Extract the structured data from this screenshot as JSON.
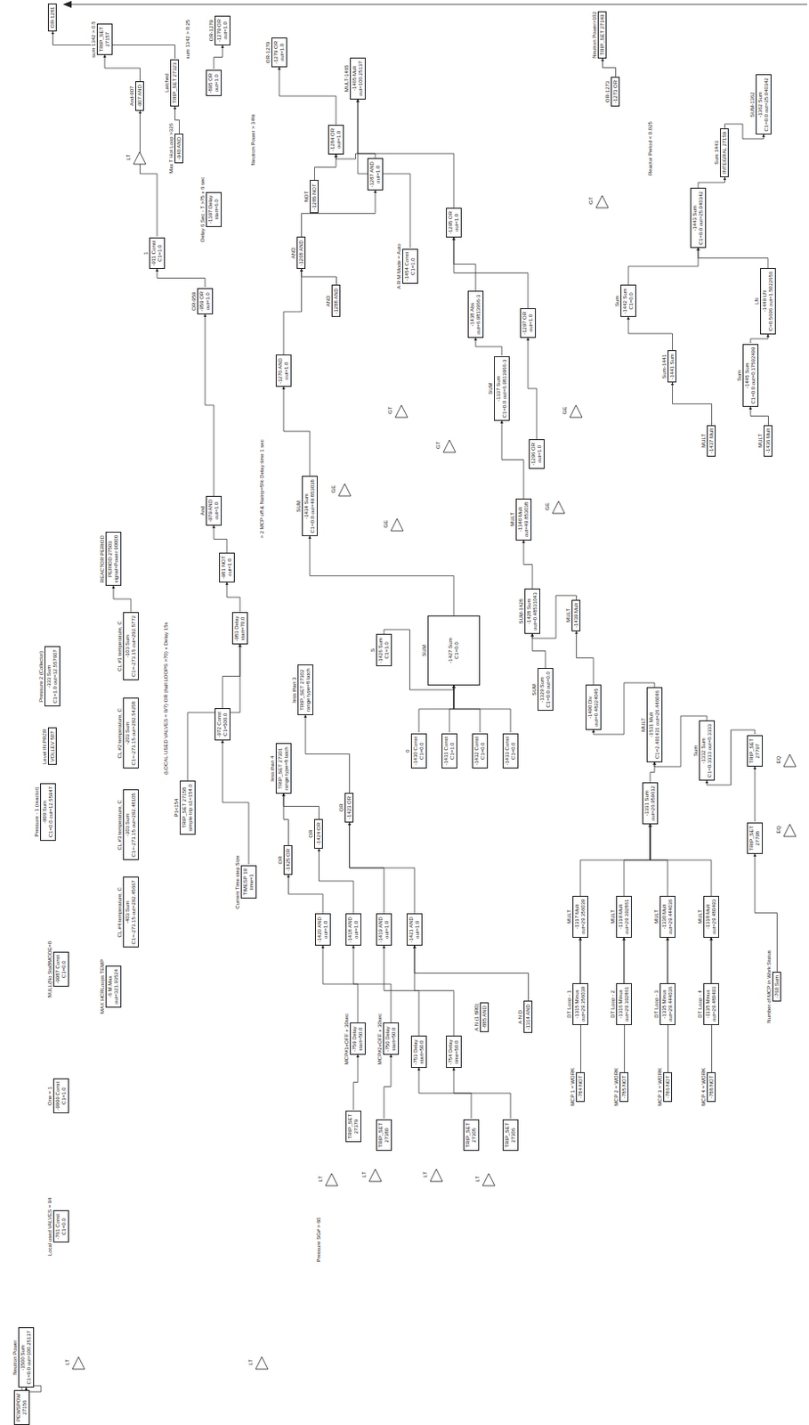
{
  "diagram": {
    "nodes": [
      {
        "text": [
          "Neutron Power",
          "-1500 Sum",
          "C1=0.0 out=100.25137"
        ]
      },
      {
        "text": [
          "PEWSPOW",
          "27156"
        ]
      },
      {
        "text": [
          "Local used VALVES = 94",
          "-761 Const",
          "C1=0.0"
        ]
      },
      {
        "text": [
          "One = 1",
          "-9999 Const",
          "C1=1.0"
        ]
      },
      {
        "text": [
          "NULL(No StaBMODE=0",
          "-9987 Const",
          "C1=0.0"
        ]
      },
      {
        "text": [
          "MAX HCRLoops TEMP",
          "-6 M.Max",
          "out=321.93524"
        ]
      },
      {
        "text": [
          "Pressure - 1 (reactor)",
          "-999 Sum",
          "C1=0.0 out=12.55947"
        ]
      },
      {
        "text": [
          "Level IN PRZR",
          "VOLLEV 507"
        ]
      },
      {
        "text": [
          "Pressure 2 (Collector)",
          "-333 Sum",
          "C1=1.0 out=12.557607"
        ]
      },
      {
        "text": [
          "CL #1 temperature, C",
          "-103 Sum",
          "C1=-273.15 out=292.5772"
        ]
      },
      {
        "text": [
          "CL #2 temperature, C",
          "-203 Sum",
          "C1=-273.15 out=292.54258"
        ]
      },
      {
        "text": [
          "CL #3 temperature, C",
          "-303 Sum",
          "C1=-273.15 out=292.48105"
        ]
      },
      {
        "text": [
          "CL #4 temperature, C",
          "-403 Sum",
          "C1=-273.15 out=292.45667"
        ]
      },
      {
        "text": [
          "REACTOR PERIOD",
          "PERIOD 27503",
          "signal=Power 90000"
        ]
      },
      {
        "text": [
          "Current Time step Size",
          "TIMESP 19",
          "time=1"
        ]
      },
      {
        "text": [
          "P1<154",
          "TRIP_SET 27158",
          "simple trip s1=154.0"
        ]
      },
      {
        "text": [
          "-972 Const",
          "C1=500.0"
        ]
      },
      {
        "text": [
          "less than 4",
          "TRIP_SET 27301",
          "range type=8 latch"
        ]
      },
      {
        "text": [
          "less than 3",
          "TRIP_SET 27302",
          "range type=8 latch"
        ]
      },
      {
        "text": [
          "-983 Delay",
          "start=70.0"
        ]
      },
      {
        "text": [
          "-981 NOT",
          "out=1.0"
        ]
      },
      {
        "text": [
          "And",
          "-979 AND",
          "out=1.0"
        ]
      },
      {
        "text": [
          "OR-959",
          "-959 OR",
          "out=1.0"
        ]
      },
      {
        "text": [
          "Delay 6 Sec - T >75 + 6 sec",
          "-1397 Delay",
          "start=6.0"
        ]
      },
      {
        "text": [
          "Max T Hot Loop >326",
          "-940 AND"
        ]
      },
      {
        "text": [
          "Latched",
          "TRIP_SET 27323"
        ]
      },
      {
        "text": [
          "And-907",
          "-907 AND"
        ]
      },
      {
        "text": [
          "1",
          "-911 Const",
          "C1=1.0"
        ]
      },
      {
        "text": [
          "-895 OR",
          "out=1.0"
        ]
      },
      {
        "text": [
          "OR-1279",
          "-1279 OR",
          "out=1.0"
        ]
      },
      {
        "text": [
          "OR-1279",
          "-1279 OR",
          "out=1.0"
        ]
      },
      {
        "text": [
          "MULT-1465",
          "-1465 Mult",
          "out=100.25137"
        ]
      },
      {
        "text": [
          "-1284 OR",
          "out=1.0"
        ]
      },
      {
        "text": [
          "-1287 AND",
          "out=1.0"
        ]
      },
      {
        "text": [
          "NOT",
          "-1285 NOT"
        ]
      },
      {
        "text": [
          "AND",
          "-1268 AND"
        ]
      },
      {
        "text": [
          "AND",
          "-1288 AND"
        ]
      },
      {
        "text": [
          "-1270 AND",
          "out=1.0"
        ]
      },
      {
        "text": [
          "A R M Mode = Auto",
          "-1454 Const",
          "C1=1.0"
        ]
      },
      {
        "text": [
          "-1295 OR",
          "out=1.0"
        ]
      },
      {
        "text": [
          "-1438 Abs",
          "out=6.9813966-3"
        ]
      },
      {
        "text": [
          "SUM",
          "-1337 Sum",
          "C1=0.0 out=6.9813966-3"
        ]
      },
      {
        "text": [
          "-1297 OR",
          "out=1.0"
        ]
      },
      {
        "text": [
          "-1296 OR",
          "out=1.0"
        ]
      },
      {
        "text": [
          "SUM",
          "-1434 Sum",
          "C1=0.0 out=49.853038"
        ]
      },
      {
        "text": [
          "MULT",
          "-1340 Mult",
          "out=49.853038"
        ]
      },
      {
        "text": [
          "S",
          "-1426 Sum",
          "C1=1.0"
        ]
      },
      {
        "text": [
          "SUM",
          "-1427 Sum",
          "C1=0.0"
        ]
      },
      {
        "text": [
          "0",
          "-1430 Const",
          "C1=0.0"
        ]
      },
      {
        "text": [
          "-1431 Const",
          "C1=1.0"
        ]
      },
      {
        "text": [
          "-1432 Const",
          "C1=0.0"
        ]
      },
      {
        "text": [
          "-1433 Const",
          "C1=0.0"
        ]
      },
      {
        "text": [
          "SUM-1428",
          "-1428 Sum",
          "out=0.48531043"
        ]
      },
      {
        "text": [
          "MULT",
          "-1439 Mult"
        ]
      },
      {
        "text": [
          "-1490 Div",
          "out=0.48224045"
        ]
      },
      {
        "text": [
          "SUM",
          "-1329 Sum",
          "C1=0.0 out=0.0"
        ]
      },
      {
        "text": [
          "MULT",
          "-1531 Mult",
          "C1=2.491431 out=26.446046"
        ]
      },
      {
        "text": [
          "Sum",
          "-1332 Sum",
          "C1=0.3333 out=0.3333"
        ]
      },
      {
        "text": [
          "-1331 Sum",
          "out=26.959612"
        ]
      },
      {
        "text": [
          "MULT",
          "-1317 Mult",
          "out=29.356039"
        ]
      },
      {
        "text": [
          "MULT",
          "-1319 Mult",
          "out=29.392861"
        ]
      },
      {
        "text": [
          "MULT",
          "-1330 Mult",
          "out=29.444036"
        ]
      },
      {
        "text": [
          "MULT",
          "-1318 Mult",
          "out=29.480493"
        ]
      },
      {
        "text": [
          "DT Loop - 1",
          "-1315 Minus",
          "out=29.356039"
        ]
      },
      {
        "text": [
          "DT Loop - 2",
          "-1316 Minus",
          "out=29.392861"
        ]
      },
      {
        "text": [
          "DT Loop - 3",
          "-1335 Minus",
          "out=29.444036"
        ]
      },
      {
        "text": [
          "DT Loop - 4",
          "-1135 Minus",
          "out=29.480493"
        ]
      },
      {
        "text": [
          "MCP 1 = WORK",
          "-784 NOT"
        ]
      },
      {
        "text": [
          "MCP 2 = WORK",
          "-785 NOT"
        ]
      },
      {
        "text": [
          "MCP 3 = WORK",
          "-786 NOT"
        ]
      },
      {
        "text": [
          "MCP 4 = WORK",
          "-788 NOT"
        ]
      },
      {
        "text": [
          "Number of MCP in Work Status",
          "-760 Sum"
        ]
      },
      {
        "text": [
          "TRIP_SET",
          "27797"
        ]
      },
      {
        "text": [
          "TRIP_SET",
          "27798"
        ]
      },
      {
        "text": [
          "A N D",
          "-1314 AND"
        ]
      },
      {
        "text": [
          "A N (1 8R0)",
          "-885 AND"
        ]
      },
      {
        "text": [
          "-753 Delay",
          "start=50.0"
        ]
      },
      {
        "text": [
          "-754 Delay",
          "time=50.0"
        ]
      },
      {
        "text": [
          "MCP#1+OFF + 30sec",
          "-759 Delay",
          "start=50.0"
        ]
      },
      {
        "text": [
          "MCP#2+OFF + 30sec",
          "-750 Delay",
          "start=50.0"
        ]
      },
      {
        "text": [
          "-1420 AND",
          "out=1.0"
        ]
      },
      {
        "text": [
          "-1418 AND",
          "out=1.0"
        ]
      },
      {
        "text": [
          "-1419 AND",
          "out=1.0"
        ]
      },
      {
        "text": [
          "-1421 AND",
          "out=1.0"
        ]
      },
      {
        "text": [
          "OR",
          "-1425 OR"
        ]
      },
      {
        "text": [
          "OR",
          "-1424 OR"
        ]
      },
      {
        "text": [
          "OR",
          "-1423 OR"
        ]
      },
      {
        "text": [
          "TRIP_SET",
          "27379"
        ]
      },
      {
        "text": [
          "TRIP_SET",
          "27380"
        ]
      },
      {
        "text": [
          "TRIP_SET",
          "27305"
        ]
      },
      {
        "text": [
          "TRIP_SET",
          "27306"
        ]
      },
      {
        "text": [
          "-1443 Sum",
          "C1=0.0 out=25.040342"
        ]
      },
      {
        "text": [
          "SUM-1362",
          "-1362 Sum",
          "C1=0.0 out=25.040342"
        ]
      },
      {
        "text": [
          "Sum",
          "-1442 Sum",
          "C1=0.0"
        ]
      },
      {
        "text": [
          "Sum-1441",
          "-1441 Sum"
        ]
      },
      {
        "text": [
          "LN",
          "-1449 LN",
          "C=0.5696 out=1.5022656"
        ]
      },
      {
        "text": [
          "Sum",
          "-1445 Sum",
          "C1=0.0 out=0.17592499"
        ]
      },
      {
        "text": [
          "MULT",
          "-1437 Mult"
        ]
      },
      {
        "text": [
          "MULT",
          "-1436 Mult"
        ]
      },
      {
        "text": [
          "OR-1273",
          "-1273 OR"
        ]
      },
      {
        "text": [
          "Neutron Power>102",
          "TRIP_SET 27149"
        ]
      },
      {
        "text": [
          "Sum 1443",
          "INTEGRAL 27159"
        ]
      },
      {
        "text": [
          "sum 1342 > 0.5",
          "TRIP_SET",
          "27157"
        ]
      },
      {
        "text": [
          "OR-1281"
        ]
      }
    ],
    "edges": [
      {
        "from": 1,
        "to": 0,
        "arrow": "to"
      },
      {
        "from": 63,
        "to": 59,
        "arrow": "to"
      },
      {
        "from": 64,
        "to": 60,
        "arrow": "to"
      },
      {
        "from": 65,
        "to": 61,
        "arrow": "to"
      },
      {
        "from": 66,
        "to": 62,
        "arrow": "to"
      },
      {
        "from": 67,
        "to": 59,
        "arrow": "to"
      },
      {
        "from": 68,
        "to": 60,
        "arrow": "to"
      },
      {
        "from": 69,
        "to": 61,
        "arrow": "to"
      },
      {
        "from": 70,
        "to": 62,
        "arrow": "to"
      },
      {
        "from": 59,
        "to": 58,
        "arrow": "to"
      },
      {
        "from": 60,
        "to": 58,
        "arrow": "to"
      },
      {
        "from": 61,
        "to": 58,
        "arrow": "to"
      },
      {
        "from": 62,
        "to": 58,
        "arrow": "to"
      },
      {
        "from": 58,
        "to": 56,
        "arrow": "to"
      },
      {
        "from": 57,
        "to": 56,
        "arrow": "to"
      },
      {
        "from": 72,
        "to": 57,
        "arrow": "to"
      },
      {
        "from": 73,
        "to": 72,
        "arrow": "to"
      },
      {
        "from": 71,
        "to": 73,
        "arrow": "to"
      },
      {
        "from": 56,
        "to": 54,
        "arrow": "to"
      },
      {
        "from": 54,
        "to": 53,
        "arrow": "to"
      },
      {
        "from": 55,
        "to": 52,
        "arrow": "to"
      },
      {
        "from": 53,
        "to": 52,
        "arrow": "to"
      },
      {
        "from": 52,
        "to": 45,
        "arrow": "to"
      },
      {
        "from": 48,
        "to": 47,
        "arrow": "to"
      },
      {
        "from": 49,
        "to": 47,
        "arrow": "to"
      },
      {
        "from": 50,
        "to": 47,
        "arrow": "to"
      },
      {
        "from": 51,
        "to": 47,
        "arrow": "to"
      },
      {
        "from": 46,
        "to": 47,
        "arrow": "to"
      },
      {
        "from": 47,
        "to": 44,
        "arrow": "to"
      },
      {
        "from": 45,
        "to": 41,
        "arrow": "to"
      },
      {
        "from": 43,
        "to": 42,
        "arrow": "to"
      },
      {
        "from": 41,
        "to": 40,
        "arrow": "to"
      },
      {
        "from": 40,
        "to": 39,
        "arrow": "to"
      },
      {
        "from": 42,
        "to": 39,
        "arrow": "to"
      },
      {
        "from": 39,
        "to": 31,
        "arrow": "to"
      },
      {
        "from": 38,
        "to": 31,
        "arrow": "to"
      },
      {
        "from": 44,
        "to": 37,
        "arrow": "to"
      },
      {
        "from": 37,
        "to": 35,
        "arrow": "to"
      },
      {
        "from": 36,
        "to": 35,
        "arrow": "to"
      },
      {
        "from": 35,
        "to": 33,
        "arrow": "to"
      },
      {
        "from": 34,
        "to": 32,
        "arrow": "to"
      },
      {
        "from": 33,
        "to": 32,
        "arrow": "to"
      },
      {
        "from": 32,
        "to": 30,
        "arrow": "to"
      },
      {
        "from": 16,
        "to": 19,
        "arrow": "to"
      },
      {
        "from": 19,
        "to": 20,
        "arrow": "to"
      },
      {
        "from": 20,
        "to": 21,
        "arrow": "to"
      },
      {
        "from": 21,
        "to": 22,
        "arrow": "to"
      },
      {
        "from": 22,
        "to": 27,
        "arrow": "to"
      },
      {
        "from": 27,
        "to": 26,
        "arrow": "to"
      },
      {
        "from": 24,
        "to": 25,
        "arrow": "to"
      },
      {
        "from": 25,
        "to": 103,
        "arrow": "to"
      },
      {
        "from": 28,
        "to": 29,
        "arrow": "to"
      },
      {
        "from": 26,
        "to": 102,
        "arrow": "to"
      },
      {
        "from": 15,
        "to": 19,
        "arrow": "to"
      },
      {
        "from": 14,
        "to": 16,
        "arrow": "to"
      },
      {
        "from": 80,
        "to": 84,
        "arrow": "to"
      },
      {
        "from": 81,
        "to": 85,
        "arrow": "to"
      },
      {
        "from": 82,
        "to": 86,
        "arrow": "to"
      },
      {
        "from": 83,
        "to": 86,
        "arrow": "to"
      },
      {
        "from": 84,
        "to": 17,
        "arrow": "to"
      },
      {
        "from": 85,
        "to": 17,
        "arrow": "to"
      },
      {
        "from": 86,
        "to": 18,
        "arrow": "to"
      },
      {
        "from": 78,
        "to": 80,
        "arrow": "to"
      },
      {
        "from": 79,
        "to": 81,
        "arrow": "to"
      },
      {
        "from": 76,
        "to": 82,
        "arrow": "to"
      },
      {
        "from": 77,
        "to": 83,
        "arrow": "to"
      },
      {
        "from": 74,
        "to": 83,
        "arrow": "to"
      },
      {
        "from": 87,
        "to": 78,
        "arrow": "to"
      },
      {
        "from": 88,
        "to": 79,
        "arrow": "to"
      },
      {
        "from": 89,
        "to": 76,
        "arrow": "to"
      },
      {
        "from": 90,
        "to": 77,
        "arrow": "to"
      },
      {
        "from": 98,
        "to": 96,
        "arrow": "to"
      },
      {
        "from": 97,
        "to": 94,
        "arrow": "to"
      },
      {
        "from": 96,
        "to": 95,
        "arrow": "to"
      },
      {
        "from": 95,
        "to": 91,
        "arrow": "to"
      },
      {
        "from": 94,
        "to": 93,
        "arrow": "to"
      },
      {
        "from": 93,
        "to": 91,
        "arrow": "to"
      },
      {
        "from": 91,
        "to": 101,
        "arrow": "to"
      },
      {
        "from": 101,
        "to": 92,
        "arrow": "to"
      },
      {
        "from": 99,
        "to": 100,
        "arrow": "to"
      },
      {
        "from": 9,
        "to": 13,
        "arrow": "to"
      }
    ],
    "labels": [
      "GE",
      "GE",
      "GT",
      "GT",
      "GE",
      "GE",
      "LT",
      "LT",
      "LT",
      "LT",
      "EQ",
      "EQ",
      "GT",
      "LT",
      "LT",
      "LT",
      "(LOCAL USED VALVES = 0/7) OR (hall LOOPS >70) + Delay 15s",
      "> 2 MCP off & Natrip=5% Delay time 1 sec",
      "Pressure SG# > 60",
      "sum 1342 > 0.25",
      "Neutron Power > 34%",
      "Reactor Period < 0.025"
    ]
  }
}
